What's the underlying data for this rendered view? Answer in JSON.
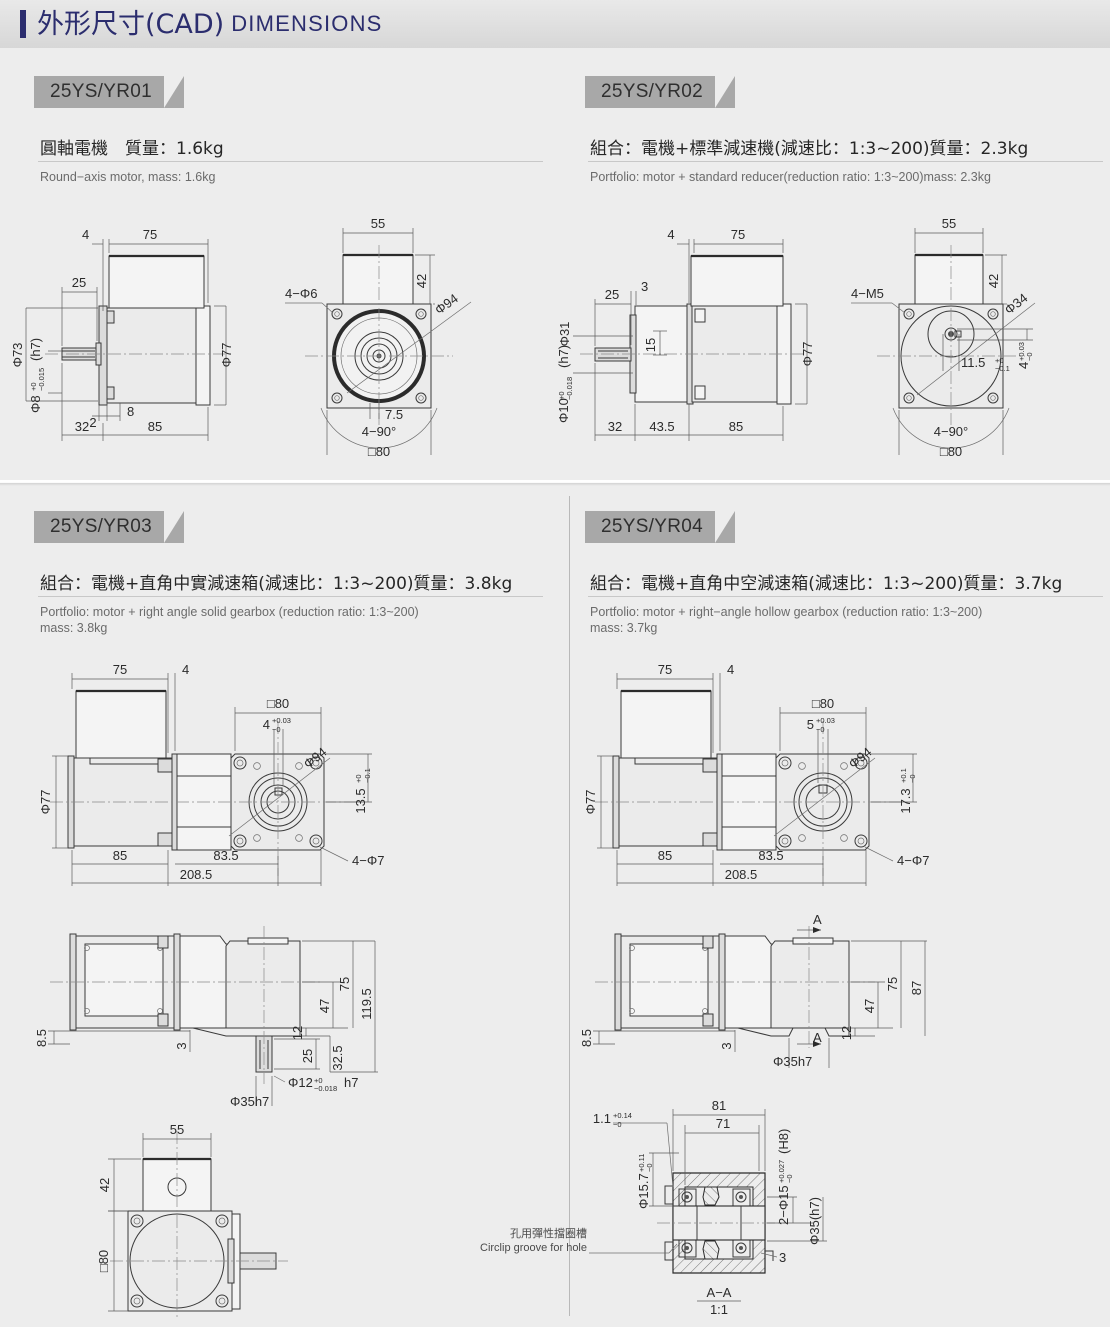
{
  "header": {
    "title_cn": "外形尺寸(CAD)",
    "title_en": "DIMENSIONS",
    "accent_color": "#2b2d6e",
    "bar_color": "#dedede"
  },
  "panels": [
    {
      "tag": "25YS/YR01",
      "spec_cn": "圓軸電機　質量：1.6kg",
      "spec_en": "Round−axis motor, mass: 1.6kg",
      "views": [
        {
          "name": "side-view",
          "dims": [
            "4",
            "75",
            "25",
            "Φ73",
            "Φ77",
            "2",
            "8",
            "32",
            "85",
            "Φ8 +0 −0.015 (h7)"
          ]
        },
        {
          "name": "front-view",
          "dims": [
            "55",
            "42",
            "4−Φ6",
            "Φ94",
            "7.5",
            "4−90°",
            "□80"
          ]
        }
      ]
    },
    {
      "tag": "25YS/YR02",
      "spec_cn": "組合：電機+標準減速機(減速比：1:3~200)質量：2.3kg",
      "spec_en": "Portfolio: motor + standard reducer(reduction ratio: 1:3~200)mass: 2.3kg",
      "views": [
        {
          "name": "side-view",
          "dims": [
            "4",
            "75",
            "25",
            "3",
            "Φ31",
            "15",
            "Φ77",
            "32",
            "43.5",
            "85",
            "Φ10 +0 −0.018 (h7)"
          ]
        },
        {
          "name": "front-view",
          "dims": [
            "55",
            "42",
            "4−M5",
            "Φ34",
            "11.5 ±0 −0.1",
            "4 +0.03 −0",
            "4−90°",
            "□80"
          ]
        }
      ]
    },
    {
      "tag": "25YS/YR03",
      "spec_cn": "組合：電機+直角中實減速箱(減速比：1:3~200)質量：3.8kg",
      "spec_en": "Portfolio: motor + right angle solid gearbox (reduction ratio: 1:3~200)\nmass: 3.8kg",
      "views": [
        {
          "name": "top-view",
          "dims": [
            "75",
            "4",
            "□80",
            "4 +0.03 −0",
            "Φ94",
            "13.5 +0 −0.1",
            "Φ77",
            "85",
            "83.5",
            "208.5",
            "4−Φ7"
          ]
        },
        {
          "name": "side-view",
          "dims": [
            "8.5",
            "3",
            "12",
            "47",
            "75",
            "119.5",
            "25",
            "32.5",
            "Φ12 +0 −0.018 h7",
            "Φ35h7"
          ]
        },
        {
          "name": "bottom-view",
          "dims": [
            "55",
            "42",
            "□80"
          ]
        }
      ]
    },
    {
      "tag": "25YS/YR04",
      "spec_cn": "組合：電機+直角中空減速箱(減速比：1:3~200)質量：3.7kg",
      "spec_en": "Portfolio: motor + right−angle hollow gearbox (reduction ratio: 1:3~200)\nmass: 3.7kg",
      "views": [
        {
          "name": "top-view",
          "dims": [
            "75",
            "4",
            "□80",
            "5 +0.03 −0",
            "Φ94",
            "17.3 +0.1 −0",
            "Φ77",
            "85",
            "83.5",
            "208.5",
            "4−Φ7"
          ]
        },
        {
          "name": "side-view",
          "dims": [
            "8.5",
            "3",
            "12",
            "47",
            "75",
            "87",
            "A",
            "Φ35h7"
          ]
        },
        {
          "name": "section-aa",
          "dims": [
            "81",
            "71",
            "1.1 +0.14 −0",
            "Φ15.7 +0.11 −0",
            "2−Φ15 +0.027 −0 (H8)",
            "Φ35(h7)",
            "3"
          ],
          "note_cn": "孔用彈性擋圈槽",
          "note_en": "Circlip groove for hole",
          "caption": "A−A",
          "scale": "1:1"
        }
      ]
    }
  ],
  "labels": {
    "p1_side": {
      "d4": "4",
      "d75": "75",
      "d25": "25",
      "d73": "Φ73",
      "d77": "Φ77",
      "d2": "2",
      "d8": "8",
      "d32": "32",
      "d85": "85",
      "shaft": "Φ8",
      "shaft_tol_up": "+0",
      "shaft_tol_dn": "−0.015",
      "shaft_fit": "(h7)"
    },
    "p1_front": {
      "d55": "55",
      "d42": "42",
      "holes": "4−Φ6",
      "dia94": "Φ94",
      "d75b": "7.5",
      "ang": "4−90°",
      "sq80": "□80"
    },
    "p2_side": {
      "d4": "4",
      "d75": "75",
      "d25": "25",
      "d3": "3",
      "d31": "Φ31",
      "d15": "15",
      "d77": "Φ77",
      "d32": "32",
      "d435": "43.5",
      "d85": "85",
      "shaft": "Φ10",
      "shaft_tol_up": "+0",
      "shaft_tol_dn": "−0.018",
      "shaft_fit": "(h7)"
    },
    "p2_front": {
      "d55": "55",
      "d42": "42",
      "holes": "4−M5",
      "dia34": "Φ34",
      "d115": "11.5",
      "d115_up": "+0",
      "d115_dn": "−0.1",
      "d4t": "4",
      "d4_up": "+0.03",
      "d4_dn": "−0",
      "ang": "4−90°",
      "sq80": "□80"
    },
    "p3_top": {
      "d75": "75",
      "d4": "4",
      "sq80": "□80",
      "key": "4",
      "key_up": "+0.03",
      "key_dn": "−0",
      "dia94": "Φ94",
      "d135": "13.5",
      "d135_up": "+0",
      "d135_dn": "−0.1",
      "d77": "Φ77",
      "d85": "85",
      "d835": "83.5",
      "d2085": "208.5",
      "holes": "4−Φ7"
    },
    "p3_side": {
      "d85": "8.5",
      "d3": "3",
      "d12": "12",
      "d47": "47",
      "d75": "75",
      "d1195": "119.5",
      "d25": "25",
      "d325": "32.5",
      "shaft": "Φ12",
      "shaft_up": "+0",
      "shaft_dn": "−0.018",
      "shaft_fit": "h7",
      "flange": "Φ35h7"
    },
    "p3_bottom": {
      "d55": "55",
      "d42": "42",
      "sq80": "□80"
    },
    "p4_top": {
      "d75": "75",
      "d4": "4",
      "sq80": "□80",
      "key": "5",
      "key_up": "+0.03",
      "key_dn": "−0",
      "dia94": "Φ94",
      "d173": "17.3",
      "d173_up": "+0.1",
      "d173_dn": "−0",
      "d77": "Φ77",
      "d85": "85",
      "d835": "83.5",
      "d2085": "208.5",
      "holes": "4−Φ7"
    },
    "p4_side": {
      "d85": "8.5",
      "d3": "3",
      "d12": "12",
      "d47": "47",
      "d75": "75",
      "d87": "87",
      "arrow": "A",
      "flange": "Φ35h7"
    },
    "p4_section": {
      "d81": "81",
      "d71": "71",
      "d11": "1.1",
      "d11_up": "+0.14",
      "d11_dn": "−0",
      "d157": "Φ15.7",
      "d157_up": "+0.11",
      "d157_dn": "−0",
      "bore": "2−Φ15",
      "bore_up": "+0.027",
      "bore_dn": "−0",
      "bore_fit": "(H8)",
      "d35": "Φ35(h7)",
      "d3": "3",
      "note_cn": "孔用彈性擋圈槽",
      "note_en": "Circlip groove for hole",
      "caption": "A−A",
      "scale": "1:1"
    }
  }
}
